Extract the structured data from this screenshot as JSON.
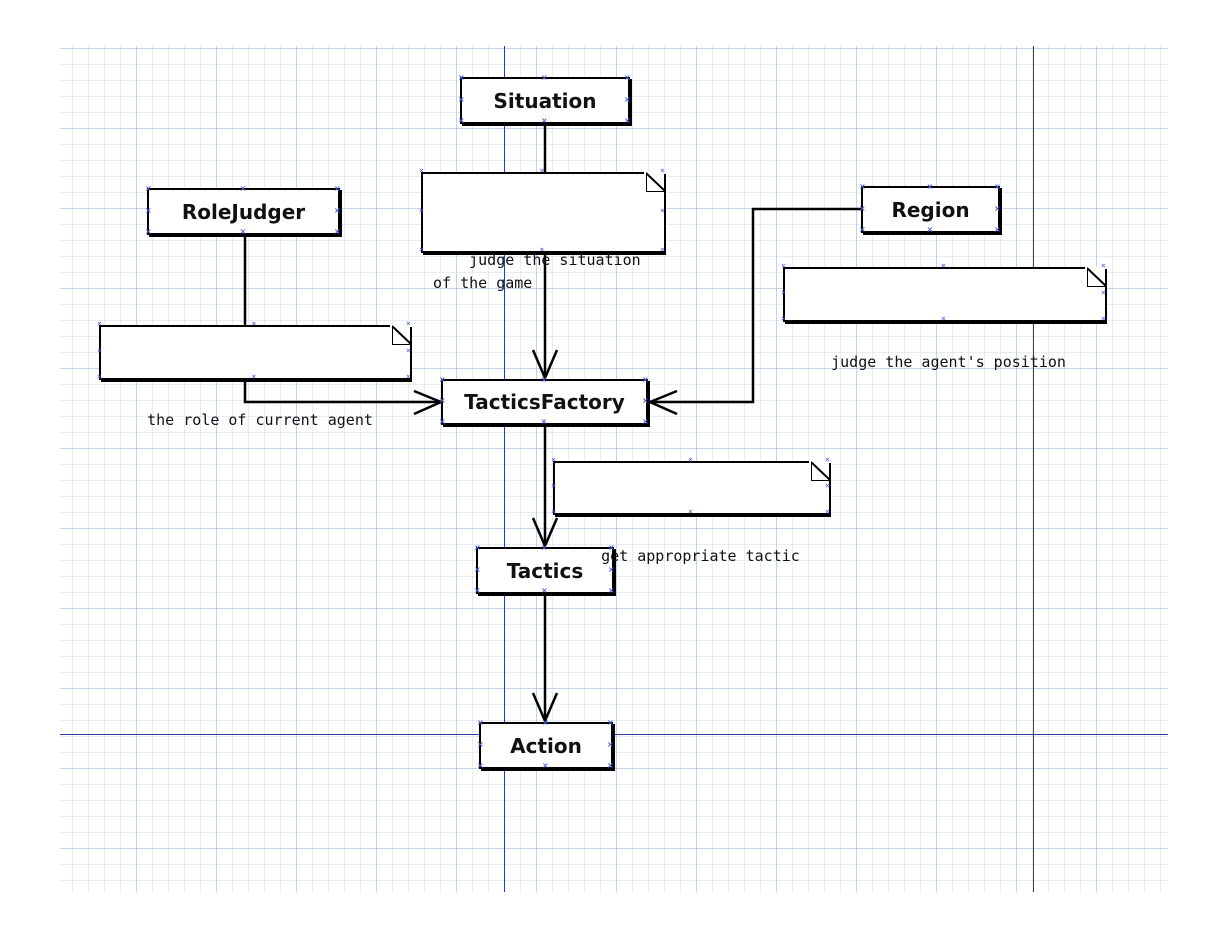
{
  "diagram": {
    "classes": {
      "situation": "Situation",
      "role_judger": "RoleJudger",
      "region": "Region",
      "tactics_factory": "TacticsFactory",
      "tactics": "Tactics",
      "action": "Action"
    },
    "notes": {
      "situation_note": "judge the situation\nof the game",
      "role_note": "the role of current agent",
      "region_note": "judge the agent's position",
      "tactic_note": "get appropriate tactic"
    }
  },
  "colors": {
    "page_border_line": "#2b3fa8",
    "grid": "#c8d4e4",
    "handles": "#4a5fd8"
  }
}
